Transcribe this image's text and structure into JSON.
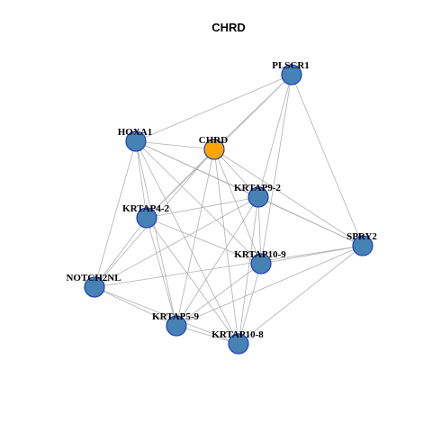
{
  "title": "CHRD",
  "colors": {
    "center": "#FFA500",
    "node": "#4682B4",
    "edge": "#b0b0b0",
    "node_border": "#1f3fbf"
  },
  "nodes": [
    {
      "id": "PLSCR1",
      "label": "PLSCR1",
      "center": false
    },
    {
      "id": "HOXA1",
      "label": "HOXA1",
      "center": false
    },
    {
      "id": "CHRD",
      "label": "CHRD",
      "center": true
    },
    {
      "id": "KRTAP9-2",
      "label": "KRTAP9-2",
      "center": false
    },
    {
      "id": "KRTAP4-2",
      "label": "KRTAP4-2",
      "center": false
    },
    {
      "id": "SPRY2",
      "label": "SPRY2",
      "center": false
    },
    {
      "id": "KRTAP10-9",
      "label": "KRTAP10-9",
      "center": false
    },
    {
      "id": "NOTCH2NL",
      "label": "NOTCH2NL",
      "center": false
    },
    {
      "id": "KRTAP5-9",
      "label": "KRTAP5-9",
      "center": false
    },
    {
      "id": "KRTAP10-8",
      "label": "KRTAP10-8",
      "center": false
    }
  ],
  "edges": [
    [
      "PLSCR1",
      "HOXA1"
    ],
    [
      "PLSCR1",
      "CHRD"
    ],
    [
      "PLSCR1",
      "KRTAP9-2"
    ],
    [
      "PLSCR1",
      "KRTAP4-2"
    ],
    [
      "PLSCR1",
      "SPRY2"
    ],
    [
      "PLSCR1",
      "KRTAP10-9"
    ],
    [
      "HOXA1",
      "CHRD"
    ],
    [
      "HOXA1",
      "KRTAP9-2"
    ],
    [
      "HOXA1",
      "KRTAP4-2"
    ],
    [
      "HOXA1",
      "KRTAP10-9"
    ],
    [
      "HOXA1",
      "NOTCH2NL"
    ],
    [
      "HOXA1",
      "KRTAP5-9"
    ],
    [
      "HOXA1",
      "KRTAP10-8"
    ],
    [
      "HOXA1",
      "SPRY2"
    ],
    [
      "CHRD",
      "KRTAP9-2"
    ],
    [
      "CHRD",
      "KRTAP4-2"
    ],
    [
      "CHRD",
      "SPRY2"
    ],
    [
      "CHRD",
      "KRTAP10-9"
    ],
    [
      "CHRD",
      "KRTAP5-9"
    ],
    [
      "CHRD",
      "KRTAP10-8"
    ],
    [
      "CHRD",
      "NOTCH2NL"
    ],
    [
      "KRTAP9-2",
      "KRTAP4-2"
    ],
    [
      "KRTAP9-2",
      "SPRY2"
    ],
    [
      "KRTAP9-2",
      "KRTAP10-9"
    ],
    [
      "KRTAP9-2",
      "NOTCH2NL"
    ],
    [
      "KRTAP9-2",
      "KRTAP5-9"
    ],
    [
      "KRTAP9-2",
      "KRTAP10-8"
    ],
    [
      "KRTAP4-2",
      "KRTAP10-9"
    ],
    [
      "KRTAP4-2",
      "NOTCH2NL"
    ],
    [
      "KRTAP4-2",
      "KRTAP5-9"
    ],
    [
      "KRTAP4-2",
      "KRTAP10-8"
    ],
    [
      "SPRY2",
      "KRTAP10-9"
    ],
    [
      "SPRY2",
      "NOTCH2NL"
    ],
    [
      "SPRY2",
      "KRTAP5-9"
    ],
    [
      "SPRY2",
      "KRTAP10-8"
    ],
    [
      "KRTAP10-9",
      "KRTAP5-9"
    ],
    [
      "KRTAP10-9",
      "KRTAP10-8"
    ],
    [
      "NOTCH2NL",
      "KRTAP5-9"
    ],
    [
      "NOTCH2NL",
      "KRTAP10-8"
    ],
    [
      "KRTAP5-9",
      "KRTAP10-8"
    ]
  ]
}
